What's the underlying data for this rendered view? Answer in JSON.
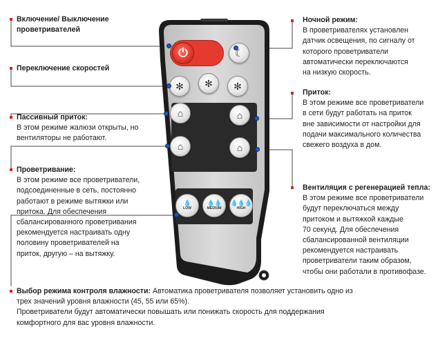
{
  "callouts": {
    "power": {
      "title": "Включение/ Выключение проветривателей"
    },
    "speed": {
      "title": "Переключение скоростей"
    },
    "passive": {
      "title": "Пассивный приток:",
      "line1": "В этом режиме жалюзи открыты, но",
      "line2": "вентиляторы не работают."
    },
    "airing": {
      "title": "Проветривание:",
      "lines": [
        "В этом режиме все проветриватели,",
        "подсоединенные в сеть, постоянно",
        "работают в режиме вытяжки или",
        "притока. Для обеспечения",
        "сбалансированного проветривания",
        "рекомендуется настраивать одну",
        "половину проветривателей на",
        "приток, другую – на вытяжку."
      ]
    },
    "night": {
      "title": "Ночной режим:",
      "lines": [
        "В проветривателях установлен",
        "датчик освещения, по сигналу от",
        "которого проветриватели",
        "автоматически переключаются",
        "на низкую скорость."
      ]
    },
    "supply": {
      "title": "Приток:",
      "lines": [
        "В этом режиме все проветриватели",
        "в сети будут работать на приток",
        "вне зависимости от настройки для",
        "подачи максимального количества",
        "свежего воздуха в дом."
      ]
    },
    "recovery": {
      "title": "Вентиляция с регенерацией тепла:",
      "lines": [
        "В этом режиме все проветриватели",
        "будут переключаться между",
        "притоком и вытяжкой каждые",
        "70 секунд. Для обеспечения",
        "сбалансированной вентиляции",
        "рекомендуется настраивать",
        "проветриватели таким образом,",
        "чтобы они работали в противофазе."
      ]
    },
    "humidity": {
      "title": "Выбор режима контроля влажности:",
      "first": " Автоматика проветривателя позволяет установить одно из",
      "lines": [
        "трех значений уровня влажности (45, 55 или 65%).",
        "Проветриватели будут автоматически повышать или понижать скорость для поддержания",
        "комфортного для вас уровня влажности."
      ]
    }
  },
  "remote": {
    "power_icon": "power-icon",
    "night_icon": "moon-icon",
    "humidity_buttons": [
      {
        "label": "LOW",
        "drops": "💧"
      },
      {
        "label": "MEDIUM",
        "drops": "💧💧"
      },
      {
        "label": "HIGH",
        "drops": "💧💧💧"
      }
    ]
  },
  "colors": {
    "accent_red": "#e43a2f",
    "bullet": "#d4261b",
    "connector_dot": "#2456b8",
    "remote_body": "#1e1e1e",
    "remote_face": "#cfcfcf"
  }
}
